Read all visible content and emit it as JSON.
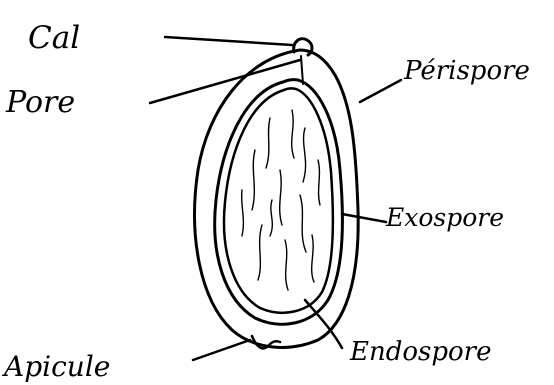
{
  "labels": {
    "cal": "Cal",
    "pore": "Pore",
    "perispore": "Périspore",
    "exospore": "Exospore",
    "endospore": "Endospore",
    "apicule": "Apicule"
  },
  "colors": {
    "ink": "#000000",
    "background": "#ffffff"
  }
}
